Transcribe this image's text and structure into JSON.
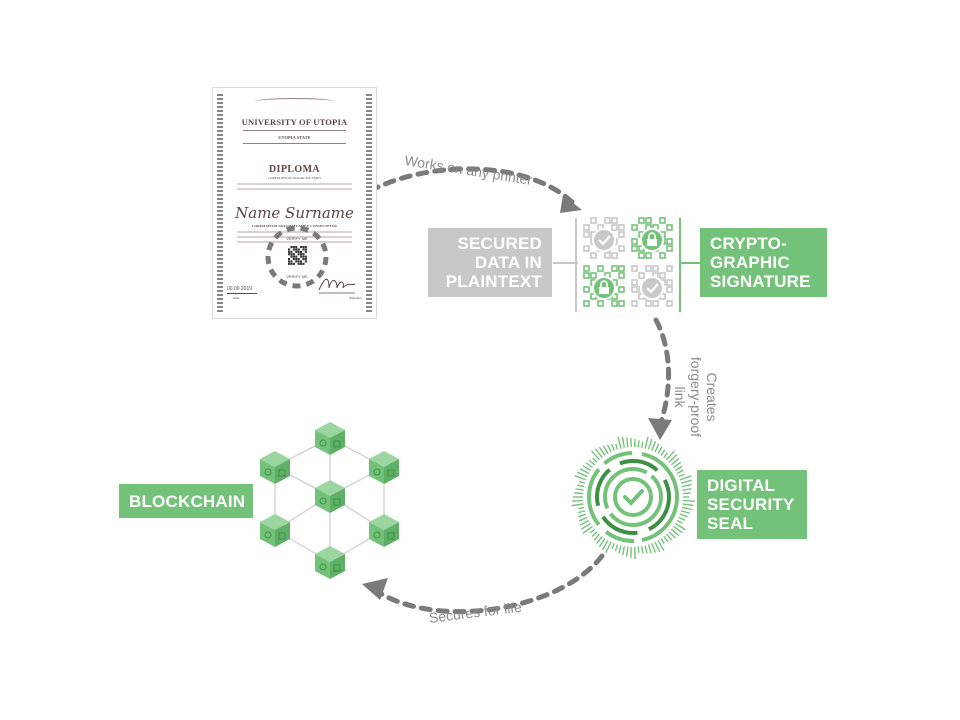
{
  "diploma": {
    "university": "UNIVERSITY OF UTOPIA",
    "state": "UTOPIA STATE",
    "title": "DIPLOMA",
    "title_sub": "LOREM IPSUM DOLOR SIT AMET",
    "name": "Name Surname",
    "name_sub": "LOREM IPSUM DOLOR SIT AMET, CONSECTETUR",
    "verify_top": "VERIFY ME",
    "verify_bottom": "VERIFY ME",
    "date": "00.00.2019",
    "date_caption": "Date",
    "signature_caption": "Signature"
  },
  "flows": {
    "printer": "Works on any printer",
    "link": "Creates\nforgery-proof\nlink",
    "life": "Secures for life"
  },
  "labels": {
    "secured": "SECURED\nDATA IN\nPLAINTEXT",
    "crypto": "CRYPTO-\nGRAPHIC\nSIGNATURE",
    "seal": "DIGITAL\nSECURITY\nSEAL",
    "blockchain": "BLOCKCHAIN"
  },
  "colors": {
    "green": "#74c27a",
    "green_dark": "#3d8f45",
    "gray": "#c8c8c8",
    "arrow": "#7a7a7a"
  }
}
